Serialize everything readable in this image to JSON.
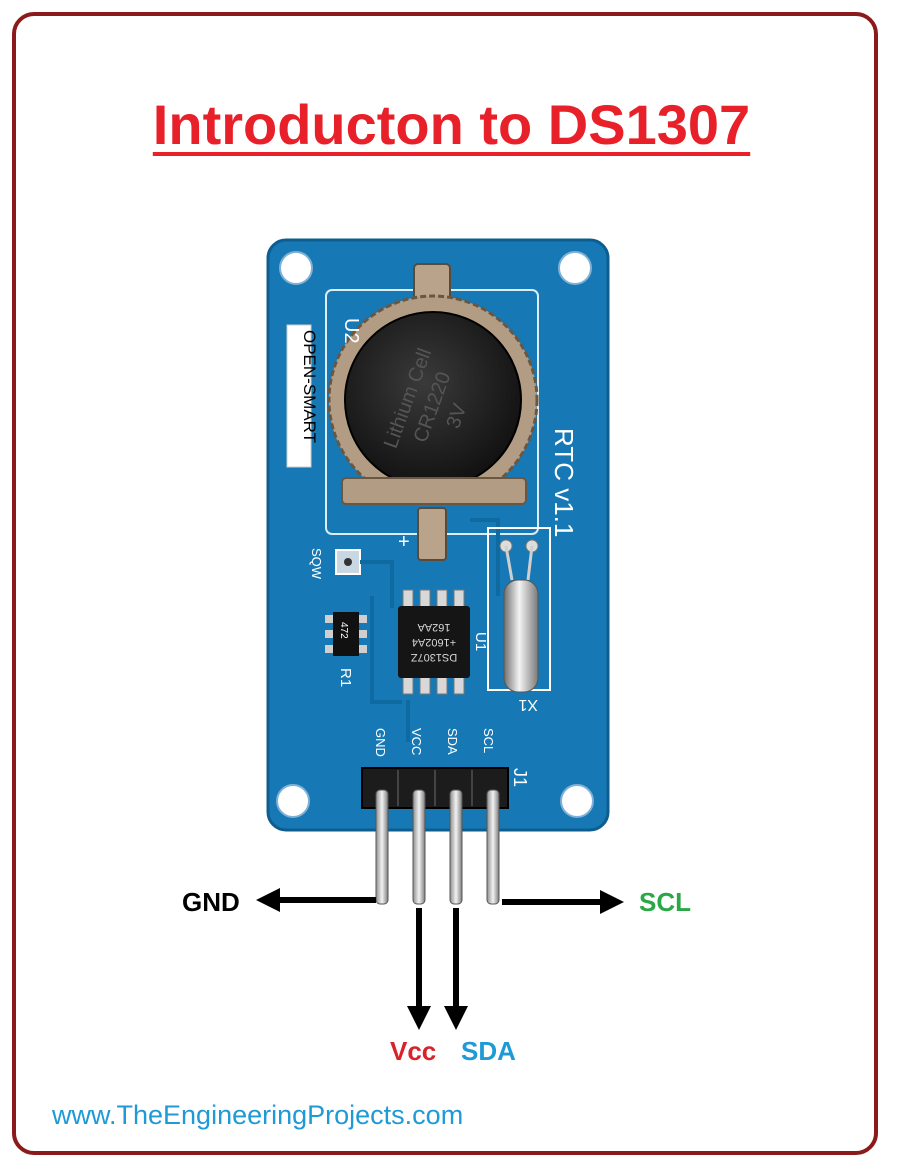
{
  "title": "Introducton to DS1307",
  "board": {
    "battery_ref": "U2",
    "brand": "OPEN-SMART",
    "battery_text": [
      "Lithium Cell",
      "CR1220",
      "3V"
    ],
    "module_name": "RTC v1.1",
    "sqw_label": "SQW",
    "resistor_code": "472",
    "resistor_ref": "R1",
    "chip_lines": [
      "DS1307Z",
      "+1602A4",
      "162AA"
    ],
    "chip_ref": "U1",
    "crystal_ref": "X1",
    "header_ref": "J1",
    "battery_plus": "+",
    "silk_pins": [
      "GND",
      "VCC",
      "SDA",
      "SCL"
    ]
  },
  "pins": {
    "gnd": "GND",
    "vcc": "Vcc",
    "sda": "SDA",
    "scl": "SCL"
  },
  "website": "www.TheEngineeringProjects.com",
  "colors": {
    "frame": "#8b1a1a",
    "title": "#e8202a",
    "pcb": "#1679b5",
    "scl": "#2aa845",
    "vcc": "#d8232a",
    "sda": "#1e9ad6",
    "website": "#1e9ad6",
    "arrow": "#000000"
  }
}
